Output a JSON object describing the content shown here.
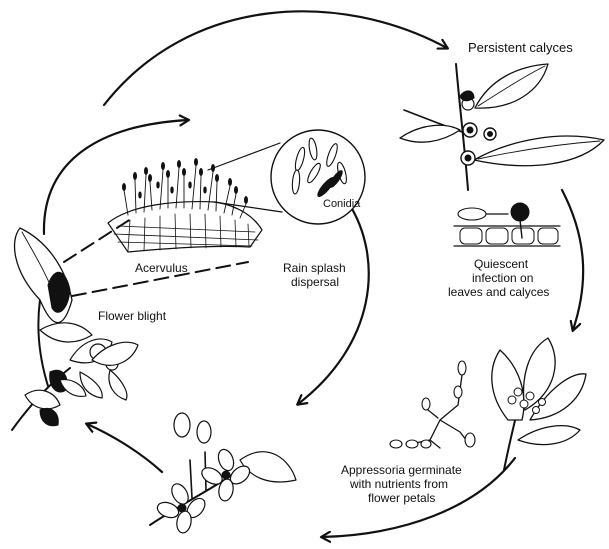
{
  "labels": {
    "persistent_calyces": "Persistent calyces",
    "conidia": "Conidia",
    "acervulus": "Acervulus",
    "rain_splash_1": "Rain splash",
    "rain_splash_2": "dispersal",
    "flower_blight": "Flower blight",
    "quiescent_1": "Quiescent",
    "quiescent_2": "infection on",
    "quiescent_3": "leaves and calyces",
    "appressoria_1": "Appressoria germinate",
    "appressoria_2": "with nutrients from",
    "appressoria_3": "flower petals"
  }
}
